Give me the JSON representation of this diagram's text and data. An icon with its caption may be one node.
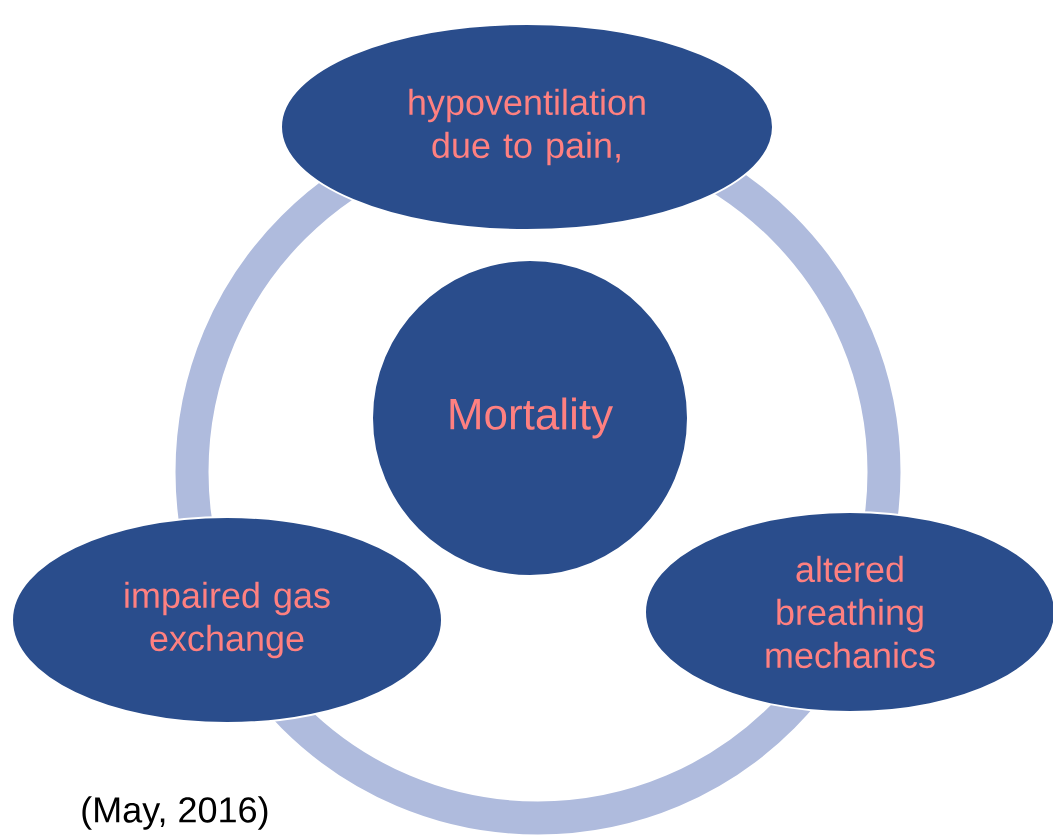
{
  "diagram": {
    "nodes": [
      {
        "text": [
          "hypoventilation due to pain,"
        ]
      },
      {
        "text": [
          "Mortality"
        ]
      },
      {
        "text": [
          "impaired gas exchange"
        ]
      },
      {
        "text": [
          "altered breathing mechanics"
        ]
      }
    ],
    "labels": [
      "(May, 2016)"
    ]
  }
}
